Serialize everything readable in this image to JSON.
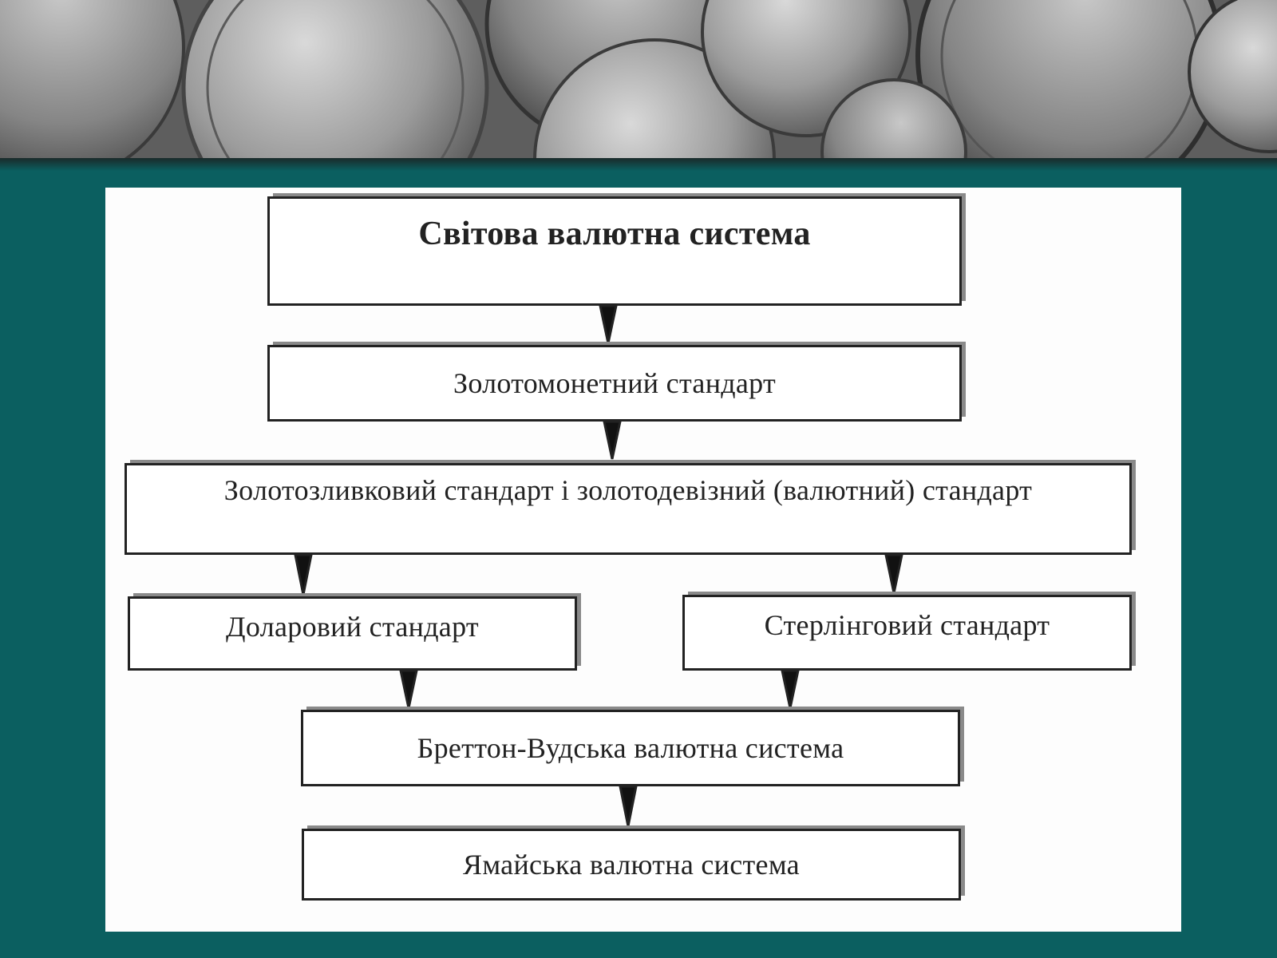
{
  "colors": {
    "background": "#0b5f60",
    "panel": "#fdfdfd",
    "box_border": "#222222"
  },
  "diagram": {
    "nodes": {
      "world_system": "Світова валютна система",
      "gold_coin": "Золотомонетний стандарт",
      "gold_bullion": "Золотозливковий стандарт і золотодевізний (валютний) стандарт",
      "dollar": "Доларовий стандарт",
      "sterling": "Стерлінговий стандарт",
      "bretton_woods": "Бреттон-Вудська валютна система",
      "jamaica": "Ямайська валютна система"
    },
    "edges": [
      [
        "world_system",
        "gold_coin"
      ],
      [
        "gold_coin",
        "gold_bullion"
      ],
      [
        "gold_bullion",
        "dollar"
      ],
      [
        "gold_bullion",
        "sterling"
      ],
      [
        "dollar",
        "bretton_woods"
      ],
      [
        "sterling",
        "bretton_woods"
      ],
      [
        "bretton_woods",
        "jamaica"
      ]
    ]
  }
}
